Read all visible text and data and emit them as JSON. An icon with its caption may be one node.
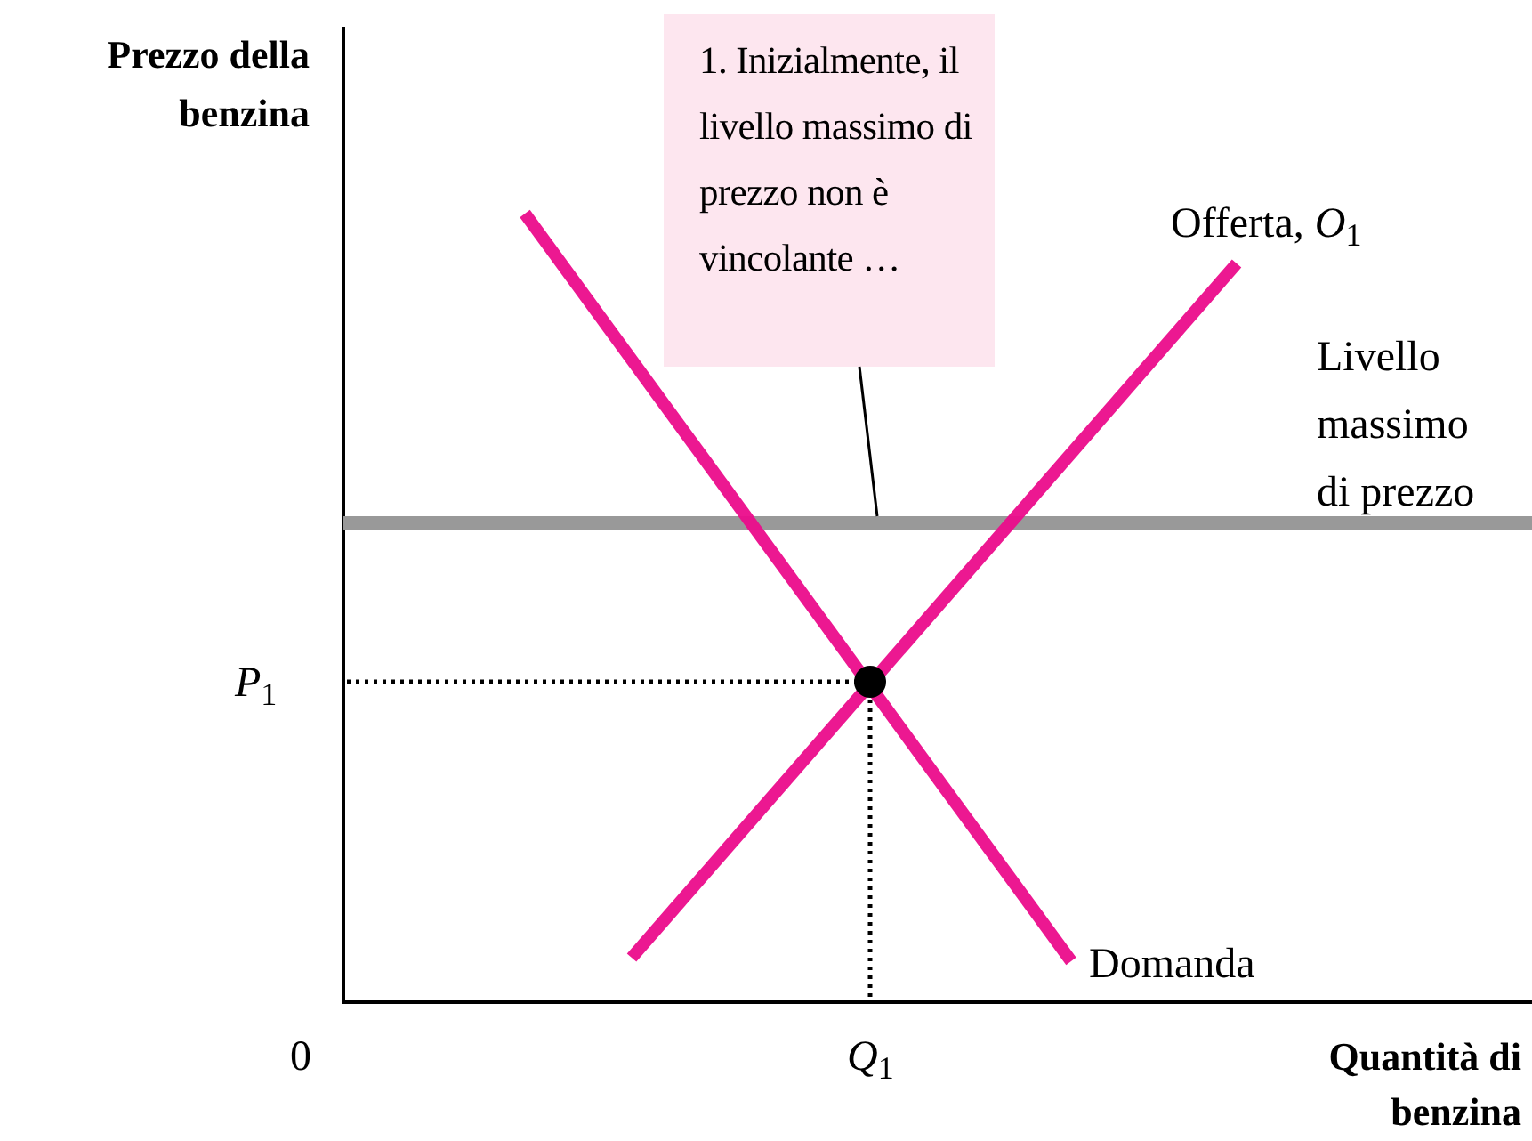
{
  "diagram": {
    "nodes": [
      {
        "text": [
          "1. Inizialmente, il livello massimo di prezzo non è vincolante …"
        ]
      },
      {
        "text": [],
        "shape": "bar"
      }
    ],
    "edges": [
      {
        "from": 0,
        "to": 1,
        "arrow": "none"
      }
    ],
    "labels": [
      "Prezzo della benzina",
      "Offerta, *O*$_{1}$",
      "Livello massimo di prezzo",
      "*P*$_{1}$",
      "Domanda",
      "0",
      "*Q*$_{1}$",
      "Quantità di benzina"
    ]
  }
}
